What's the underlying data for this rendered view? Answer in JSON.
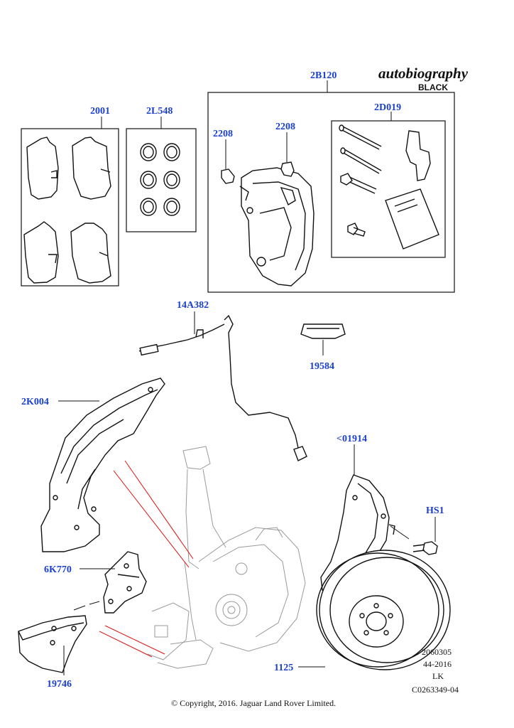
{
  "brand": {
    "title": "autobiography",
    "subtitle": "BLACK"
  },
  "labels": {
    "pads": "2001",
    "seal_kit": "2L548",
    "caliper": "2B120",
    "bleed_screw_left": "2208",
    "bleed_screw_right": "2208",
    "pin_kit": "2D019",
    "wear_sensor": "14A382",
    "grease": "19584",
    "shield": "2K004",
    "backplate": "<01914",
    "screw": "HS1",
    "bracket": "6K770",
    "deflector": "19746",
    "disc": "1125"
  },
  "reference": {
    "line1": "2060305",
    "line2": "44-2016",
    "line3": "LK",
    "line4": "C0263349-04"
  },
  "copyright": "© Copyright, 2016. Jaguar Land Rover Limited.",
  "colors": {
    "label": "#1a3fd1",
    "line": "#111111",
    "ghost": "#9a9a9a",
    "leader_red": "#e01010"
  }
}
